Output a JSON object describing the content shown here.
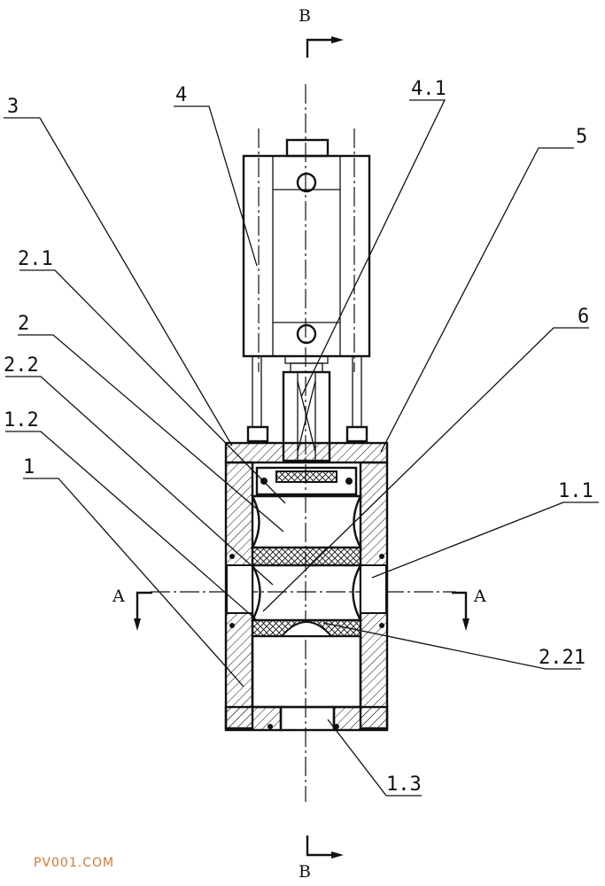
{
  "labels": {
    "l1": "1",
    "l1_1": "1.1",
    "l1_2": "1.2",
    "l1_3": "1.3",
    "l2": "2",
    "l2_1": "2.1",
    "l2_2": "2.2",
    "l2_21": "2.21",
    "l3": "3",
    "l4": "4",
    "l4_1": "4.1",
    "l5": "5",
    "l6": "6"
  },
  "section_marks": {
    "top": "B",
    "bottom": "B",
    "left": "A",
    "right": "A"
  },
  "watermark": "PV001.COM"
}
